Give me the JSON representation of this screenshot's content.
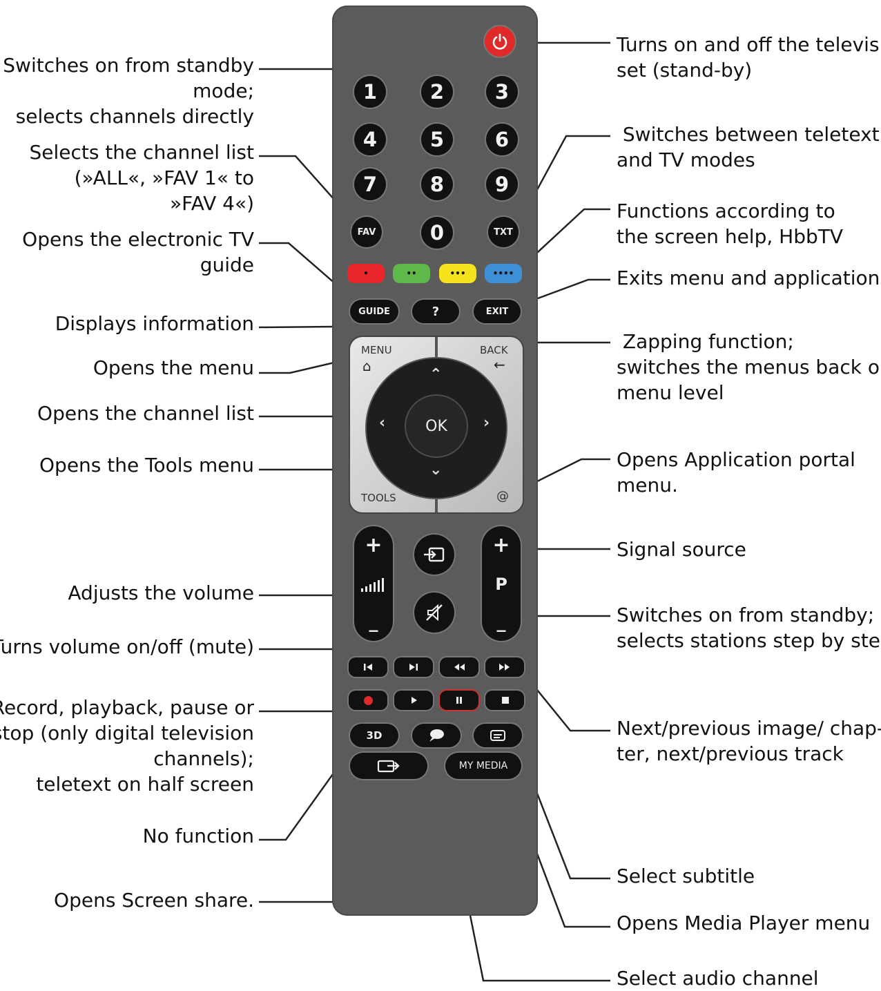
{
  "left_labels": [
    {
      "id": "standby-digits",
      "text": "Switches on from standby\nmode;\nselects channels directly"
    },
    {
      "id": "channel-list-fav",
      "text": "Selects the channel list\n(»ALL«, »FAV 1« to\n»FAV 4«)"
    },
    {
      "id": "epg",
      "text": "Opens the electronic TV\nguide"
    },
    {
      "id": "info",
      "text": "Displays information"
    },
    {
      "id": "menu",
      "text": "Opens the menu"
    },
    {
      "id": "ok",
      "text": "Opens the channel list"
    },
    {
      "id": "tools",
      "text": "Opens the Tools menu"
    },
    {
      "id": "volume",
      "text": "Adjusts the volume"
    },
    {
      "id": "mute",
      "text": "Turns volume on/off (mute)"
    },
    {
      "id": "record",
      "text": "Record, playback, pause or\nstop (only digital television\nchannels);\nteletext on half screen"
    },
    {
      "id": "no-function",
      "text": "No function"
    },
    {
      "id": "screen-share",
      "text": "Opens Screen share."
    }
  ],
  "right_labels": [
    {
      "id": "power",
      "text": "Turns on and off the television\nset (stand-by)"
    },
    {
      "id": "teletext",
      "text": " Switches between teletext\nand TV modes"
    },
    {
      "id": "color-keys",
      "text": "Functions according to\nthe screen help, HbbTV"
    },
    {
      "id": "exit",
      "text": "Exits menu and applications"
    },
    {
      "id": "back",
      "text": " Zapping function;\nswitches the menus back one\nmenu level"
    },
    {
      "id": "app-portal",
      "text": "Opens Application portal\nmenu."
    },
    {
      "id": "source",
      "text": "Signal source"
    },
    {
      "id": "program",
      "text": "Switches on from standby;\nselects stations step by step"
    },
    {
      "id": "skip",
      "text": "Next/previous image/ chap-\nter, next/previous track"
    },
    {
      "id": "subtitle",
      "text": "Select subtitle"
    },
    {
      "id": "media",
      "text": "Opens Media Player menu"
    },
    {
      "id": "audio",
      "text": "Select audio channel"
    }
  ],
  "remote": {
    "digits": [
      "1",
      "2",
      "3",
      "4",
      "5",
      "6",
      "7",
      "8",
      "9",
      "0"
    ],
    "fav": "FAV",
    "txt": "TXT",
    "color_keys": [
      {
        "label": "•",
        "color": "#e8262c"
      },
      {
        "label": "••",
        "color": "#5fb84a"
      },
      {
        "label": "•••",
        "color": "#f4e21a"
      },
      {
        "label": "••••",
        "color": "#3d8fd6"
      }
    ],
    "guide": "GUIDE",
    "info": "?",
    "exit": "EXIT",
    "menu": "MENU",
    "back": "BACK",
    "tools": "TOOLS",
    "at": "@",
    "ok": "OK",
    "vol_plus": "+",
    "vol_minus": "_",
    "p_plus": "+",
    "p_label": "P",
    "p_minus": "_",
    "three_d": "3D",
    "my_media": "MY MEDIA",
    "power_color": "#e02a2a",
    "record_color": "#e02a2a"
  }
}
